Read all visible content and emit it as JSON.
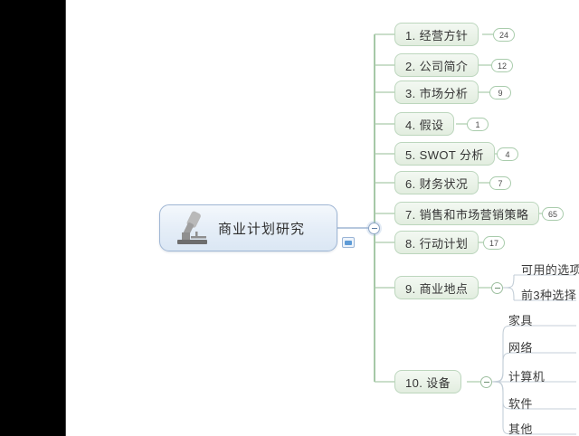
{
  "app": {
    "type": "mindmap",
    "background_color": "#ffffff",
    "gutter_color": "#000000",
    "accent_color": "#bcd6bd",
    "root_accent_color": "#9fb6d4"
  },
  "root": {
    "label": "商业计划研究",
    "icon": "microscope-icon",
    "note_icon": "note-icon",
    "toggle": "collapse-toggle-minus"
  },
  "branches": [
    {
      "label": "1. 经营方针",
      "badge": "24"
    },
    {
      "label": "2. 公司简介",
      "badge": "12"
    },
    {
      "label": "3. 市场分析",
      "badge": "9"
    },
    {
      "label": "4. 假设",
      "badge": "1"
    },
    {
      "label": "5. SWOT 分析",
      "badge": "4"
    },
    {
      "label": "6. 财务状况",
      "badge": "7"
    },
    {
      "label": "7. 销售和市场营销策略",
      "badge": "65"
    },
    {
      "label": "8. 行动计划",
      "badge": "17"
    },
    {
      "label": "9. 商业地点",
      "badge": "",
      "toggle": "collapse-toggle-minus",
      "children": [
        {
          "label": "可用的选项"
        },
        {
          "label": "前3种选择"
        }
      ]
    },
    {
      "label": "10. 设备",
      "badge": "",
      "toggle": "collapse-toggle-minus",
      "children": [
        {
          "label": "家具"
        },
        {
          "label": "网络"
        },
        {
          "label": "计算机"
        },
        {
          "label": "软件"
        },
        {
          "label": "其他"
        }
      ]
    }
  ]
}
